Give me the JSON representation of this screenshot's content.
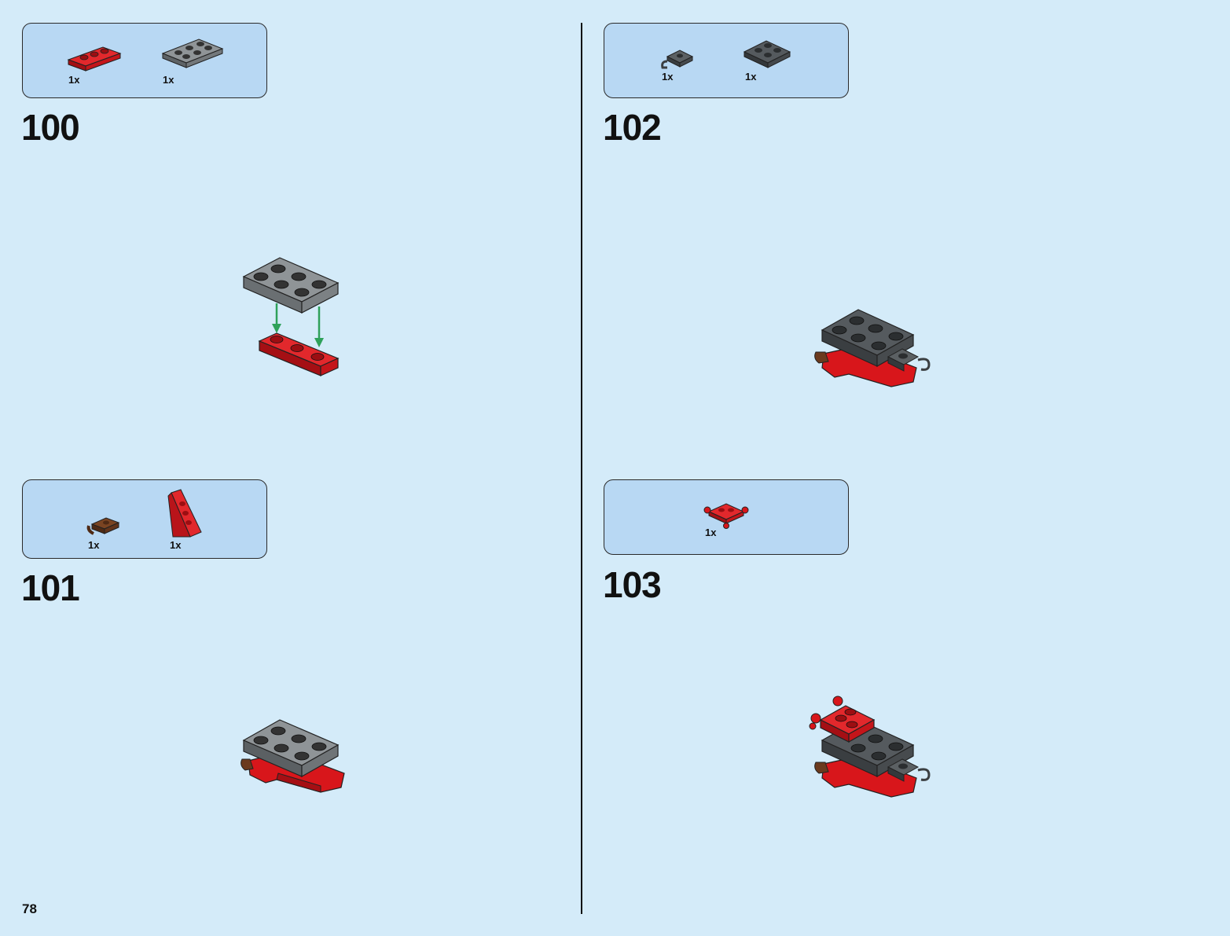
{
  "page": {
    "number": "78"
  },
  "colors": {
    "background": "#d4ebf9",
    "parts_box": "#b8d8f3",
    "red": "#d8161b",
    "dark_gray": "#555a5e",
    "light_gray": "#8f9497",
    "brown": "#6b3a1e",
    "arrow_green": "#2ea15a"
  },
  "steps": [
    {
      "number": "100",
      "parts": [
        {
          "name": "red 1x3 plate",
          "qty": "1x",
          "icon": "red-plate-1x3-icon"
        },
        {
          "name": "gray 2x3 plate",
          "qty": "1x",
          "icon": "gray-plate-2x3-icon"
        }
      ]
    },
    {
      "number": "101",
      "parts": [
        {
          "name": "brown clip plate",
          "qty": "1x",
          "icon": "brown-clip-icon"
        },
        {
          "name": "red wedge plate",
          "qty": "1x",
          "icon": "red-wedge-icon"
        }
      ]
    },
    {
      "number": "102",
      "parts": [
        {
          "name": "dark gray clip plate",
          "qty": "1x",
          "icon": "gray-clip-icon"
        },
        {
          "name": "dark gray 2x2 plate",
          "qty": "1x",
          "icon": "dark-plate-2x2-icon"
        }
      ]
    },
    {
      "number": "103",
      "parts": [
        {
          "name": "red plate with clips",
          "qty": "1x",
          "icon": "red-clip-plate-icon"
        }
      ]
    }
  ]
}
